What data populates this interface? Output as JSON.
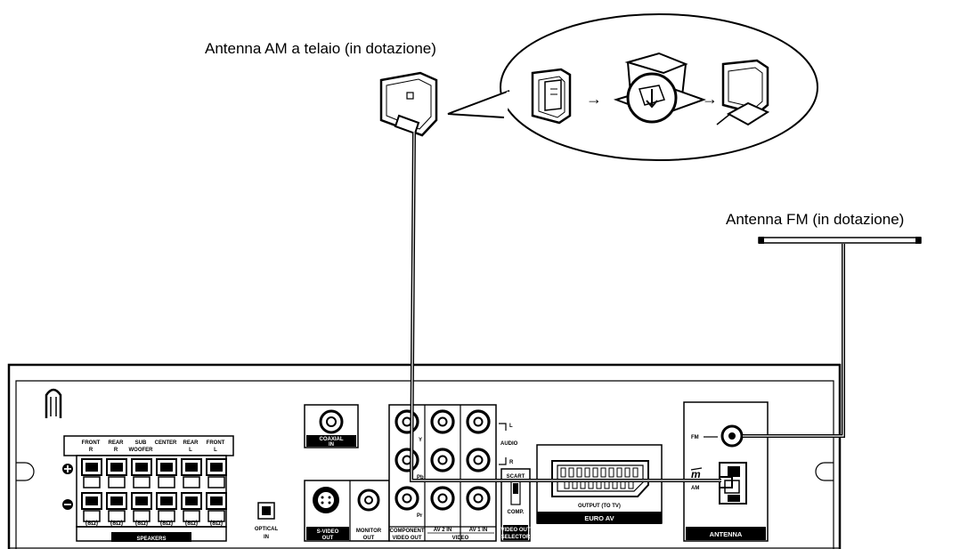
{
  "captions": {
    "am_antenna": "Antenna AM a telaio (in dotazione)",
    "fm_antenna": "Antenna FM (in dotazione)"
  },
  "speakers": {
    "columns": [
      {
        "top": "FRONT",
        "bottom": "R",
        "ohm": "(8Ω)"
      },
      {
        "top": "REAR",
        "bottom": "R",
        "ohm": "(8Ω)"
      },
      {
        "top": "SUB",
        "bottom": "WOOFER",
        "ohm": "(8Ω)"
      },
      {
        "top": "CENTER",
        "bottom": "",
        "ohm": "(8Ω)"
      },
      {
        "top": "REAR",
        "bottom": "L",
        "ohm": "(8Ω)"
      },
      {
        "top": "FRONT",
        "bottom": "L",
        "ohm": "(8Ω)"
      }
    ],
    "label": "SPEAKERS",
    "plus": "+",
    "minus": "−"
  },
  "jacks": {
    "optical": [
      "OPTICAL",
      "IN"
    ],
    "coaxial": [
      "COAXIAL",
      "IN"
    ],
    "svideo": [
      "S-VIDEO",
      "OUT"
    ],
    "monitor": [
      "MONITOR",
      "OUT"
    ],
    "component": [
      "COMPONENT",
      "VIDEO OUT"
    ],
    "av2": "AV 2  IN",
    "av1": "AV 1  IN",
    "video": "VIDEO",
    "y": "Y",
    "pb": "Pb",
    "pr": "Pr",
    "audio": "AUDIO",
    "audio_l": "L",
    "audio_r": "R",
    "scart": "SCART",
    "comp": "COMP.",
    "selector": [
      "VIDEO OUT",
      "SELECTOR"
    ],
    "scart_output": "OUTPUT (TO TV)",
    "euro_av": "EURO AV"
  },
  "antenna": {
    "fm": "FM",
    "am": "AM",
    "label": "ANTENNA"
  }
}
